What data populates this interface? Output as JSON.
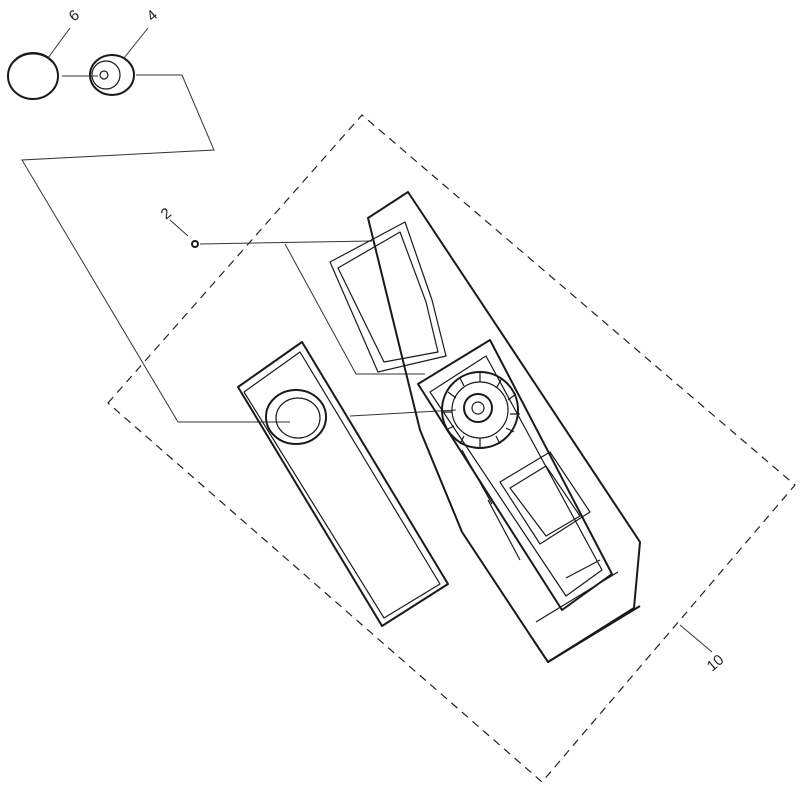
{
  "diagram": {
    "type": "exploded-parts-view",
    "callouts": [
      {
        "id": "cap",
        "label": "6"
      },
      {
        "id": "knob",
        "label": "4"
      },
      {
        "id": "screw",
        "label": "2"
      },
      {
        "id": "assembly",
        "label": "10"
      }
    ],
    "colors": {
      "line": "#1a1a1a",
      "background": "#ffffff"
    }
  }
}
